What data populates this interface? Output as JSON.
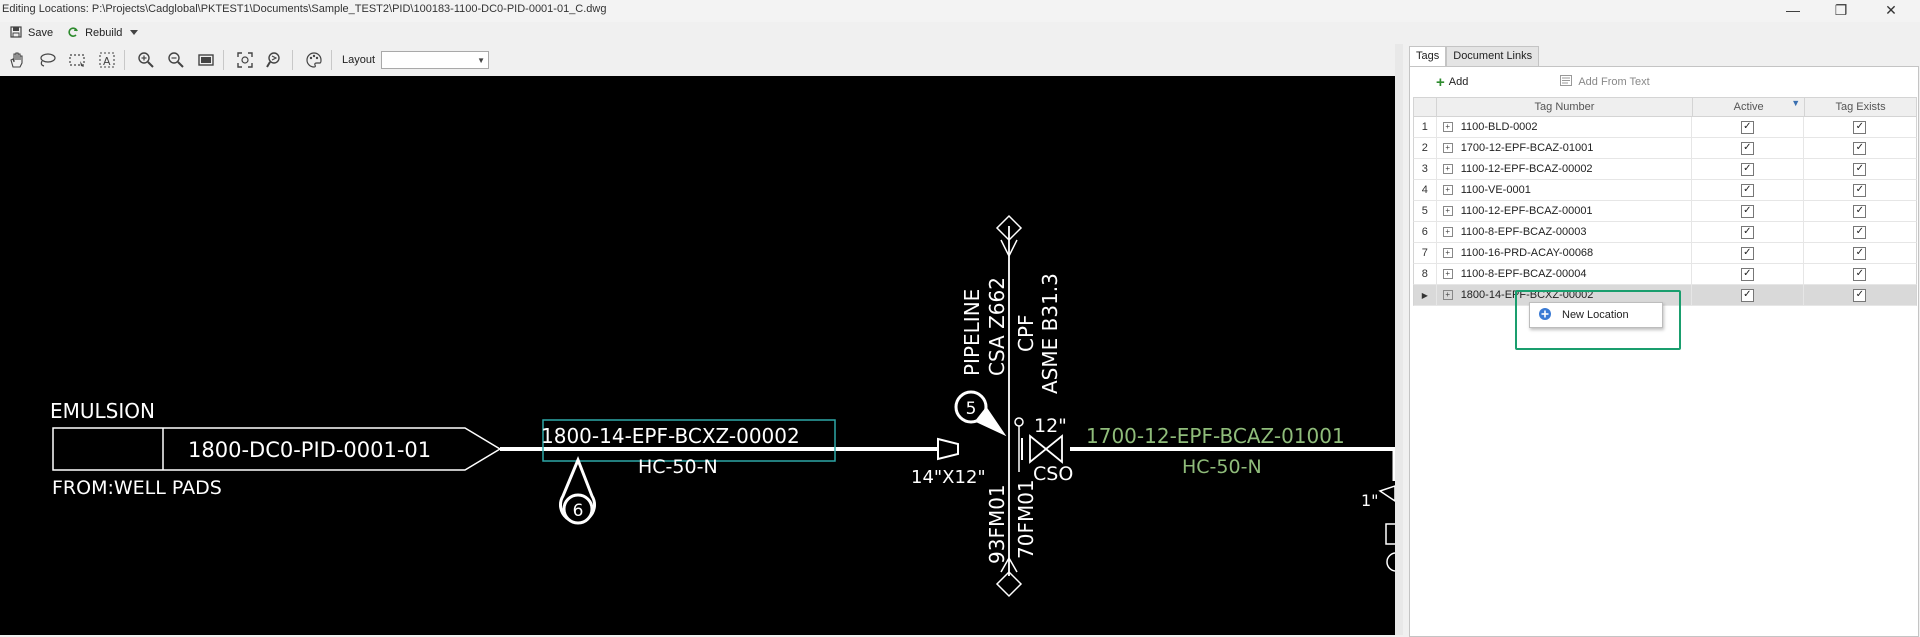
{
  "window": {
    "title": "Editing Locations: P:\\Projects\\Cadglobal\\PKTEST1\\Documents\\Sample_TEST2\\PID\\100183-1100-DC0-PID-0001-01_C.dwg",
    "controls": [
      "minimize-icon",
      "restore-icon",
      "close-icon"
    ]
  },
  "toolbar": {
    "save_label": "Save",
    "rebuild_label": "Rebuild",
    "layout_label": "Layout",
    "layout_value": "",
    "tools": [
      "pan-hand-icon",
      "lasso-icon",
      "rectangle-select-icon",
      "text-select-icon",
      "zoom-in-icon",
      "zoom-out-icon",
      "zoom-window-icon",
      "zoom-extents-icon",
      "zoom-previous-icon",
      "color-palette-icon"
    ]
  },
  "drawing": {
    "left_box": {
      "top_label": "EMULSION",
      "doc_ref": "1800-DC0-PID-0001-01",
      "bottom_label": "FROM:WELL PADS"
    },
    "line1": {
      "tag": "1800-14-EPF-BCXZ-00002",
      "spec": "HC-50-N",
      "bubble": "6"
    },
    "reducer_label": "14\"X12\"",
    "bubble5": "5",
    "vertical_labels": {
      "pipeline": "PIPELINE",
      "csa": "CSA Z662",
      "cpf": "CPF",
      "asme": "ASME B31.3",
      "fm1": "93FM01",
      "fm2": "70FM01"
    },
    "valve": {
      "size": "12\"",
      "type": "CSO"
    },
    "line2": {
      "tag": "1700-12-EPF-BCAZ-01001",
      "spec": "HC-50-N"
    },
    "partial_right": "1\"",
    "colors": {
      "background": "#000000",
      "white_line": "#ffffff",
      "green_text": "#8fbc7a",
      "highlight_box": "#2ea7a7"
    }
  },
  "panel": {
    "tabs": [
      {
        "label": "Tags",
        "active": true
      },
      {
        "label": "Document Links",
        "active": false
      }
    ],
    "add_label": "Add",
    "add_from_text_label": "Add From Text",
    "columns": {
      "tag_number": "Tag Number",
      "active": "Active",
      "tag_exists": "Tag Exists"
    },
    "rows": [
      {
        "idx": "1",
        "tag": "1100-BLD-0002",
        "active": true,
        "exists": true
      },
      {
        "idx": "2",
        "tag": "1700-12-EPF-BCAZ-01001",
        "active": true,
        "exists": true
      },
      {
        "idx": "3",
        "tag": "1100-12-EPF-BCAZ-00002",
        "active": true,
        "exists": true
      },
      {
        "idx": "4",
        "tag": "1100-VE-0001",
        "active": true,
        "exists": true
      },
      {
        "idx": "5",
        "tag": "1100-12-EPF-BCAZ-00001",
        "active": true,
        "exists": true
      },
      {
        "idx": "6",
        "tag": "1100-8-EPF-BCAZ-00003",
        "active": true,
        "exists": true
      },
      {
        "idx": "7",
        "tag": "1100-16-PRD-ACAY-00068",
        "active": true,
        "exists": true
      },
      {
        "idx": "8",
        "tag": "1100-8-EPF-BCAZ-00004",
        "active": true,
        "exists": true
      },
      {
        "idx": "",
        "tag": "1800-14-EPF-BCXZ-00002",
        "active": true,
        "exists": true,
        "selected": true
      }
    ],
    "context_menu": {
      "item_label": "New Location"
    }
  }
}
